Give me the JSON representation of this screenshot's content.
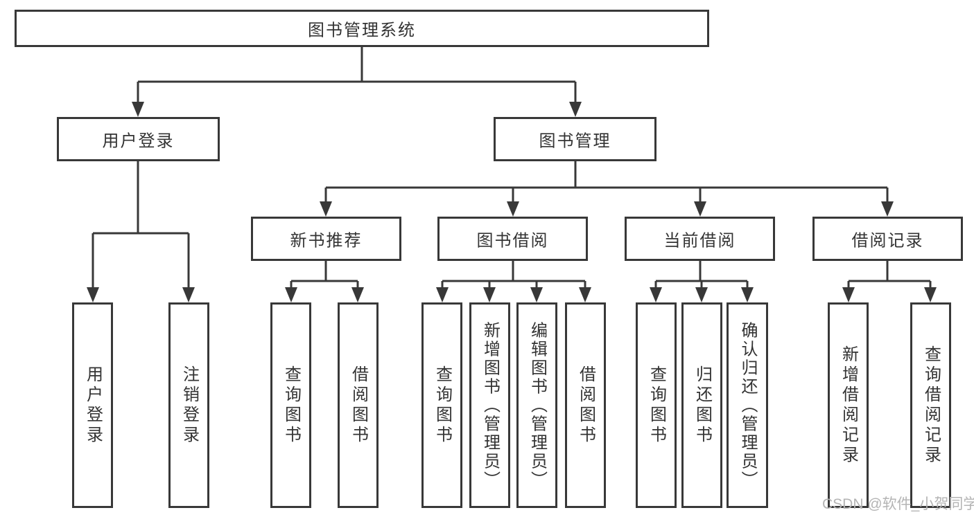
{
  "diagram": {
    "root": {
      "label": "图书管理系统"
    },
    "level2": [
      {
        "label": "用户登录"
      },
      {
        "label": "图书管理"
      }
    ],
    "level3": [
      {
        "label": "新书推荐",
        "parent": "图书管理"
      },
      {
        "label": "图书借阅",
        "parent": "图书管理"
      },
      {
        "label": "当前借阅",
        "parent": "图书管理"
      },
      {
        "label": "借阅记录",
        "parent": "图书管理"
      }
    ],
    "leaves": [
      {
        "label": "用户登录",
        "parent": "用户登录"
      },
      {
        "label": "注销登录",
        "parent": "用户登录"
      },
      {
        "label": "查询图书",
        "parent": "新书推荐"
      },
      {
        "label": "借阅图书",
        "parent": "新书推荐"
      },
      {
        "label": "查询图书",
        "parent": "图书借阅"
      },
      {
        "label": "新增图书（管理员）",
        "parent": "图书借阅"
      },
      {
        "label": "编辑图书（管理员）",
        "parent": "图书借阅"
      },
      {
        "label": "借阅图书",
        "parent": "图书借阅"
      },
      {
        "label": "查询图书",
        "parent": "当前借阅"
      },
      {
        "label": "归还图书",
        "parent": "当前借阅"
      },
      {
        "label": "确认归还（管理员）",
        "parent": "当前借阅"
      },
      {
        "label": "新增借阅记录",
        "parent": "借阅记录"
      },
      {
        "label": "查询借阅记录",
        "parent": "借阅记录"
      }
    ]
  },
  "watermark": {
    "text": "CSDN @软件_小贺同学"
  },
  "colors": {
    "line": "#383838",
    "text": "#333333",
    "box_background": "#ffffff",
    "page_background": "#ffffff",
    "watermark": "#b4b4b4"
  }
}
